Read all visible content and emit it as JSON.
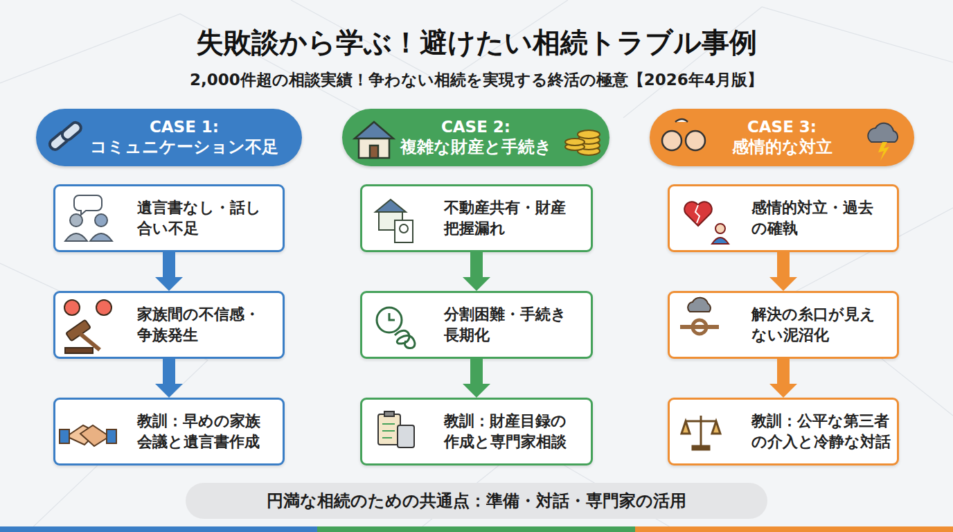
{
  "diagram": {
    "title": "失敗談から学ぶ！避けたい相続トラブル事例",
    "nodes": [
      {
        "text": [
          "CASE 1:",
          "コミュニケーション不足"
        ]
      },
      {
        "text": [
          "遺言書なし・話し 合い不足"
        ]
      },
      {
        "text": [
          "家族間の不信感・ 争族発生"
        ]
      },
      {
        "text": [
          "教訓：早めの家族 会議と遺言書作成"
        ]
      },
      {
        "text": [
          "CASE 2:",
          "複雑な財産と手続き"
        ]
      },
      {
        "text": [
          "不動産共有・財産 把握漏れ"
        ]
      },
      {
        "text": [
          "分割困難・手続き 長期化"
        ]
      },
      {
        "text": [
          "教訓：財産目録の 作成と専門家相談"
        ]
      },
      {
        "text": [
          "CASE 3:",
          "感情的な対立"
        ]
      },
      {
        "text": [
          "感情的対立・過去 の確執"
        ]
      },
      {
        "text": [
          "解決の糸口が見え ない泥沼化"
        ]
      },
      {
        "text": [
          "教訓：公平な第三者 の介入と冷静な対話"
        ]
      },
      {
        "text": [
          "円満な相続のための共通点：準備・対話・専門家の活用"
        ]
      }
    ],
    "edges": [
      {
        "from": 1,
        "to": 2,
        "arrow": "to"
      },
      {
        "from": 2,
        "to": 3,
        "arrow": "to"
      },
      {
        "from": 5,
        "to": 6,
        "arrow": "to"
      },
      {
        "from": 6,
        "to": 7,
        "arrow": "to"
      },
      {
        "from": 9,
        "to": 10,
        "arrow": "to"
      },
      {
        "from": 10,
        "to": 11,
        "arrow": "to"
      }
    ],
    "labels": [
      "2,000件超の相談実績！争わない相続を実現する終活の極意【2026年4月版】"
    ]
  }
}
